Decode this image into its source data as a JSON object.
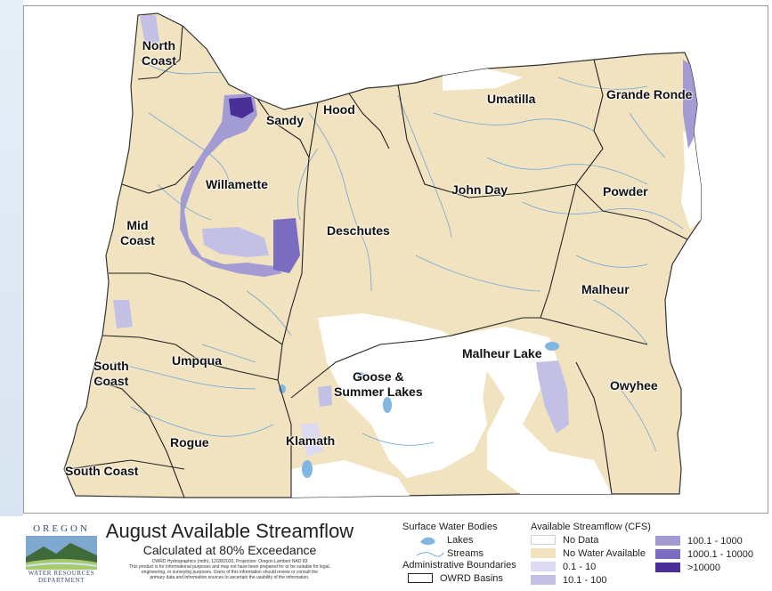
{
  "map": {
    "basins": [
      {
        "id": "north-coast",
        "label": "North\nCoast"
      },
      {
        "id": "sandy",
        "label": "Sandy"
      },
      {
        "id": "hood",
        "label": "Hood"
      },
      {
        "id": "umatilla",
        "label": "Umatilla"
      },
      {
        "id": "grande-ronde",
        "label": "Grande Ronde"
      },
      {
        "id": "willamette",
        "label": "Willamette"
      },
      {
        "id": "john-day",
        "label": "John Day"
      },
      {
        "id": "powder",
        "label": "Powder"
      },
      {
        "id": "mid-coast",
        "label": "Mid\nCoast"
      },
      {
        "id": "deschutes",
        "label": "Deschutes"
      },
      {
        "id": "malheur",
        "label": "Malheur"
      },
      {
        "id": "malheur-lake",
        "label": "Malheur Lake"
      },
      {
        "id": "south-coast-north",
        "label": "South\nCoast"
      },
      {
        "id": "umpqua",
        "label": "Umpqua"
      },
      {
        "id": "goose-summer",
        "label": "Goose &\nSummer Lakes"
      },
      {
        "id": "owyhee",
        "label": "Owyhee"
      },
      {
        "id": "rogue",
        "label": "Rogue"
      },
      {
        "id": "klamath",
        "label": "Klamath"
      },
      {
        "id": "south-coast-south",
        "label": "South Coast"
      }
    ],
    "colors": {
      "no_data": "#ffffff",
      "no_water": "#f2e3c0",
      "r_0_1_10": "#dcdaf0",
      "r_10_1_100": "#c3c0e6",
      "r_100_1_1000": "#a39bd4",
      "r_1000_1_10000": "#7a6cc0",
      "r_gt_10000": "#4b2f99",
      "streams": "#6ea6d8",
      "boundaries": "#222222"
    }
  },
  "legend": {
    "logo": {
      "top": "OREGON",
      "bottom_line1": "WATER RESOURCES",
      "bottom_line2": "DEPARTMENT"
    },
    "title": "August Available Streamflow",
    "subtitle": "Calculated at 80% Exceedance",
    "fine_print": [
      "OWRD Hydrographics (mdh), 12/28/2020, Projection: Oregon Lambert NAD 83",
      "This product is for informational purposes and may not have been prepared for or be suitable for legal,",
      "engineering, or surveying purposes. Users of this information should review or consult the",
      "primary data and information sources to ascertain the usability of the information."
    ],
    "surface_water": {
      "heading": "Surface Water Bodies",
      "lakes": "Lakes",
      "streams": "Streams"
    },
    "admin": {
      "heading": "Administrative Boundaries",
      "basins": "OWRD Basins"
    },
    "streamflow": {
      "heading": "Available Streamflow (CFS)",
      "classes": [
        {
          "label": "No Data",
          "color": "#ffffff"
        },
        {
          "label": "No Water Available",
          "color": "#f2e3c0"
        },
        {
          "label": "0.1 - 10",
          "color": "#dcdaf0"
        },
        {
          "label": "10.1 - 100",
          "color": "#c3c0e6"
        },
        {
          "label": "100.1 - 1000",
          "color": "#a39bd4"
        },
        {
          "label": "1000.1 - 10000",
          "color": "#7a6cc0"
        },
        {
          "label": ">10000",
          "color": "#4b2f99"
        }
      ]
    }
  }
}
